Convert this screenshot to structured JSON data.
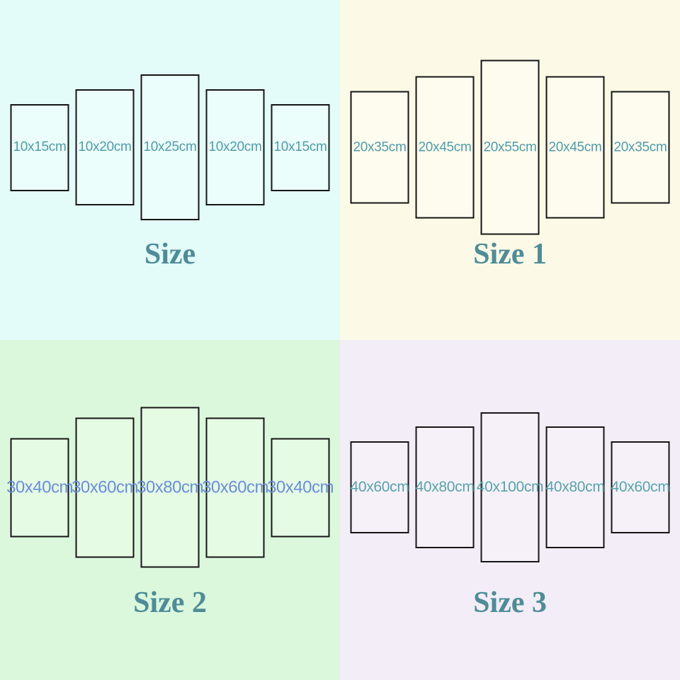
{
  "quadrants": [
    {
      "title": "Size",
      "background": "#E3FCF9",
      "panel_fill": "#ECFEFB",
      "label_color": "#4E9DA9",
      "panels": [
        {
          "label": "10x15cm"
        },
        {
          "label": "10x20cm"
        },
        {
          "label": "10x25cm"
        },
        {
          "label": "10x20cm"
        },
        {
          "label": "10x15cm"
        }
      ]
    },
    {
      "title": "Size 1",
      "background": "#FCFAE6",
      "panel_fill": "#FEFCEE",
      "label_color": "#4E9DA9",
      "panels": [
        {
          "label": "20x35cm"
        },
        {
          "label": "20x45cm"
        },
        {
          "label": "20x55cm"
        },
        {
          "label": "20x45cm"
        },
        {
          "label": "20x35cm"
        }
      ]
    },
    {
      "title": "Size 2",
      "background": "#DBF8DC",
      "panel_fill": "#E5FBE4",
      "label_color": "#6A8EDC",
      "panels": [
        {
          "label": "30x40cm"
        },
        {
          "label": "30x60cm"
        },
        {
          "label": "30x80cm"
        },
        {
          "label": "30x60cm"
        },
        {
          "label": "30x40cm"
        }
      ]
    },
    {
      "title": "Size 3",
      "background": "#F2EDF6",
      "panel_fill": "#F6F1F9",
      "label_color": "#58A3AD",
      "panels": [
        {
          "label": "40x60cm"
        },
        {
          "label": "40x80cm"
        },
        {
          "label": "40x100cm"
        },
        {
          "label": "40x80cm"
        },
        {
          "label": "40x60cm"
        }
      ]
    }
  ],
  "colors": {
    "panel_border": "#151515",
    "title_color": "#4E8C98"
  }
}
